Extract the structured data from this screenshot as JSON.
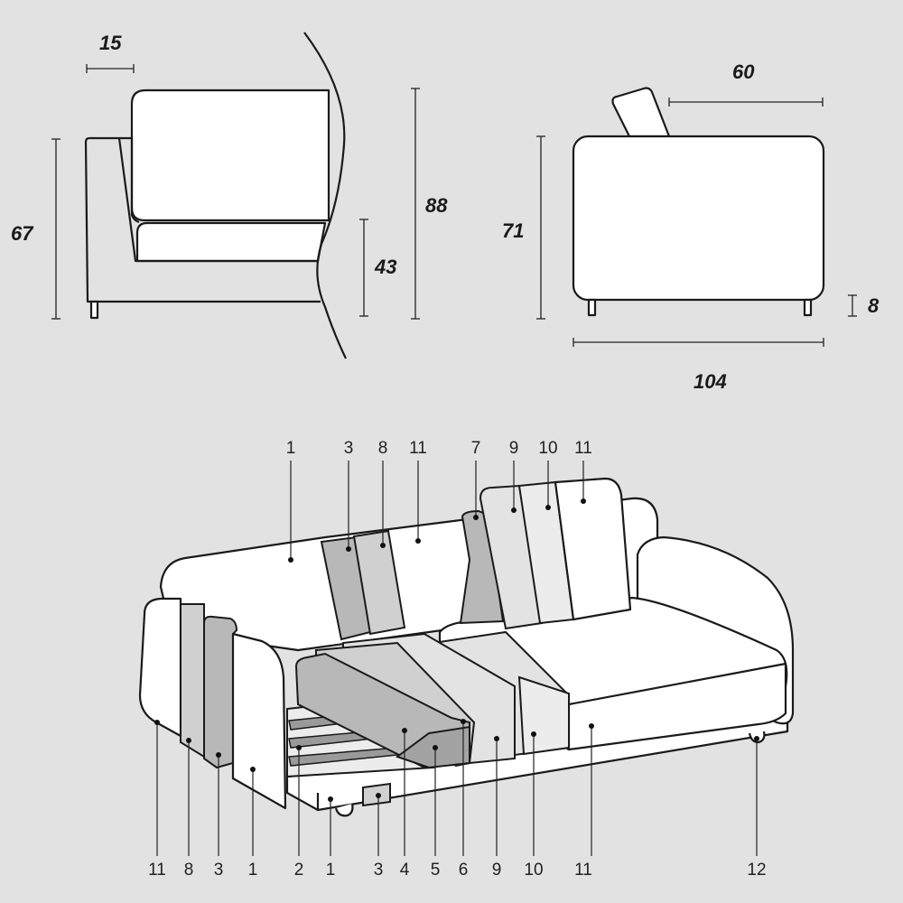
{
  "side_view": {
    "dimensions": {
      "armrest_width": "15",
      "arm_height": "67",
      "seat_height": "43",
      "total_height": "88"
    }
  },
  "front_view": {
    "dimensions": {
      "seat_depth": "60",
      "height": "71",
      "leg_height": "8",
      "total_depth": "104"
    }
  },
  "exploded_view": {
    "top_labels": [
      "1",
      "3",
      "8",
      "11",
      "7",
      "9",
      "10",
      "11"
    ],
    "bottom_labels": [
      "11",
      "8",
      "3",
      "1",
      "2",
      "1",
      "3",
      "4",
      "5",
      "6",
      "9",
      "10",
      "11",
      "12"
    ]
  },
  "colors": {
    "background": "#e2e2e2",
    "line": "#1a1a1a",
    "fill_white": "#ffffff",
    "fill_light_grey": "#d0d0d0",
    "fill_mid_grey": "#b8b8b8",
    "fill_dark_grey": "#a3a3a3"
  }
}
